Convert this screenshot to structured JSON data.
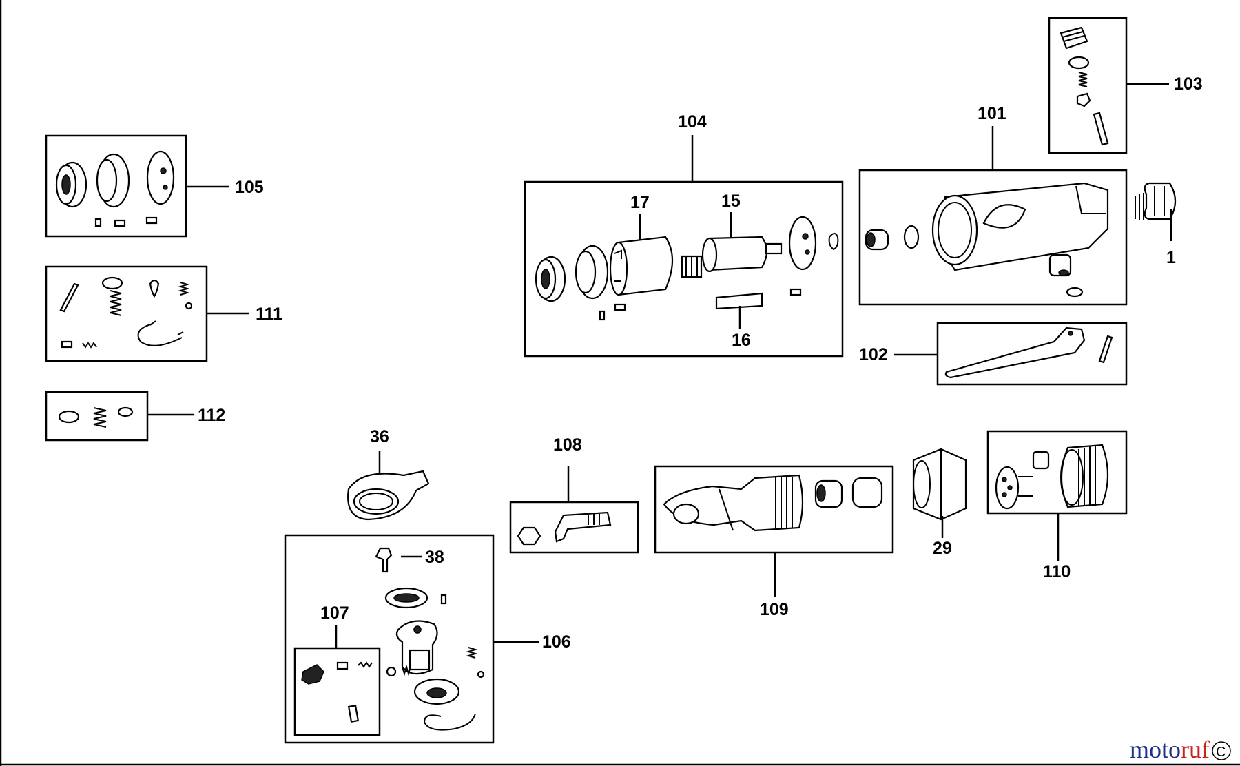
{
  "labels": {
    "l1": "1",
    "l15": "15",
    "l16": "16",
    "l17": "17",
    "l29": "29",
    "l36": "36",
    "l38": "38",
    "l101": "101",
    "l102": "102",
    "l103": "103",
    "l104": "104",
    "l105": "105",
    "l106": "106",
    "l107": "107",
    "l108": "108",
    "l109": "109",
    "l110": "110",
    "l111": "111",
    "l112": "112"
  },
  "watermark": {
    "text_blue": "moto",
    "text_red": "ruf",
    "suffix": "C"
  },
  "colors": {
    "line": "#000000",
    "watermark_blue": "#1f2f8a",
    "watermark_red": "#c8241c"
  }
}
